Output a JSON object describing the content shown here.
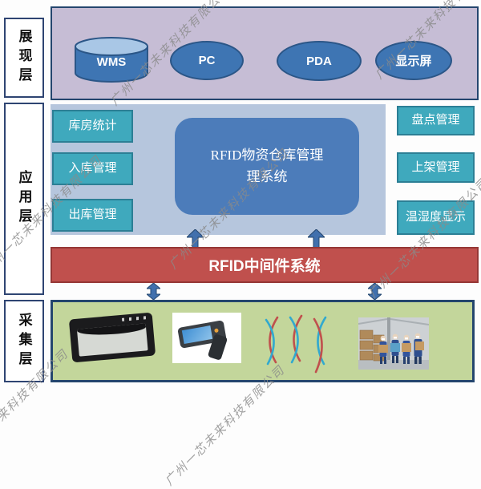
{
  "watermark": {
    "text": "广州一芯未来科技有限公司",
    "color": "#8a8a8a"
  },
  "presentation_layer": {
    "label": "展现层",
    "nodes": [
      {
        "shape": "cylinder",
        "label": "WMS"
      },
      {
        "shape": "ellipse",
        "label": "PC"
      },
      {
        "shape": "ellipse",
        "label": "PDA"
      },
      {
        "shape": "ellipse",
        "label": "显示屏"
      }
    ]
  },
  "application_layer": {
    "label": "应用层",
    "left_modules": [
      "库房统计",
      "入库管理",
      "出库管理"
    ],
    "center_system_lines": [
      "RFID物资仓库管理",
      "理系统"
    ],
    "right_modules": [
      "盘点管理",
      "上架管理",
      "温湿度显示"
    ]
  },
  "middleware_layer": {
    "label": "RFID中间件系统"
  },
  "collection_layer": {
    "label": "采集层",
    "items": [
      "fixed-rfid-reader",
      "handheld-rfid-terminal",
      "rf-signal-waves",
      "warehouse-workers-photo"
    ]
  },
  "colors": {
    "presentation_bg": "#c6bdd5",
    "application_bg": "#b6c6dd",
    "module_teal": "#3fa9bd",
    "module_teal_border": "#2c7f95",
    "node_blue": "#3e75b3",
    "system_blue": "#4c7cba",
    "middleware_red": "#c0504d",
    "collection_green": "#c3d69b",
    "panel_border_navy": "#24466e",
    "arrow_blue": "#4170ad",
    "watermark_gray": "#8a8a8a"
  }
}
